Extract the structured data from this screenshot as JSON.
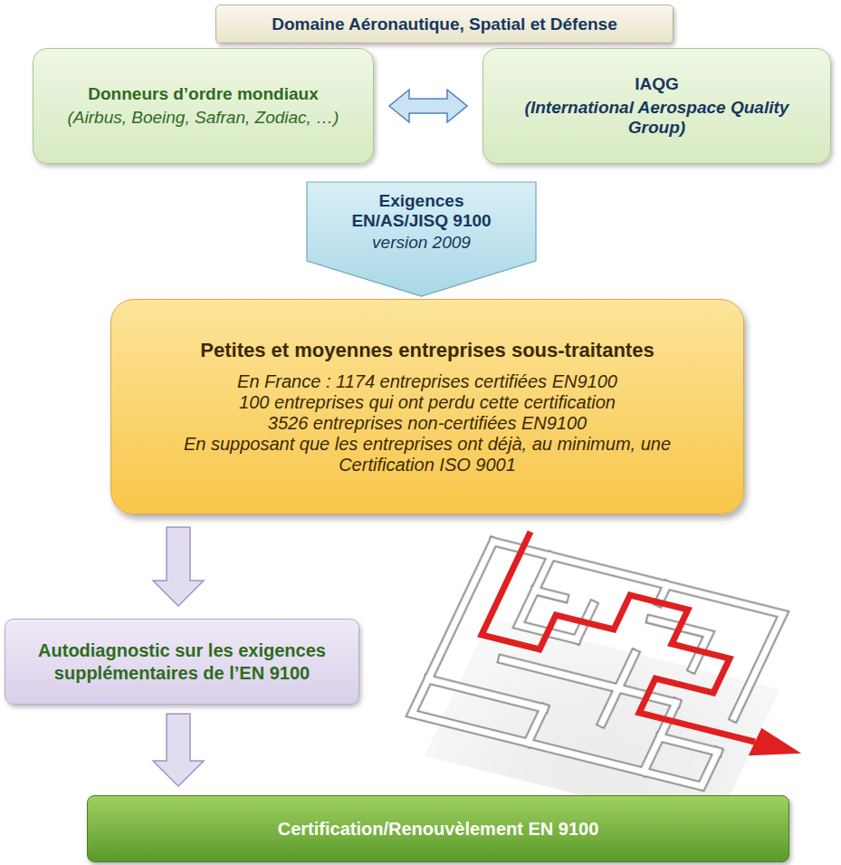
{
  "diagram": {
    "nodes": [
      {
        "text": [
          "Domaine Aéronautique, Spatial et Défense"
        ]
      },
      {
        "text": [
          "Donneurs d’ordre mondiaux",
          "(Airbus, Boeing, Safran, Zodiac, …)"
        ]
      },
      {
        "text": [
          "IAQG",
          "(International Aerospace Quality Group)"
        ]
      },
      {
        "text": [
          "Exigences EN/AS/JISQ 9100",
          "version 2009"
        ]
      },
      {
        "text": [
          "Petites et moyennes entreprises sous-traitantes",
          "En France : 1174 entreprises certifiées EN9100",
          "100 entreprises qui ont perdu cette certification",
          "3526 entreprises non-certifiées EN9100",
          "En supposant que les entreprises ont déjà, au minimum, une Certification ISO 9001"
        ]
      },
      {
        "text": [
          "Autodiagnostic sur les exigences supplémentaires de l’EN 9100"
        ]
      },
      {
        "text": [
          "Certification/Renouvèlement EN 9100"
        ]
      }
    ],
    "edges": [
      {
        "from": 1,
        "to": 2,
        "arrow": "both"
      },
      {
        "from": 4,
        "to": 5,
        "arrow": "to"
      },
      {
        "from": 5,
        "to": 6,
        "arrow": "to"
      }
    ]
  }
}
